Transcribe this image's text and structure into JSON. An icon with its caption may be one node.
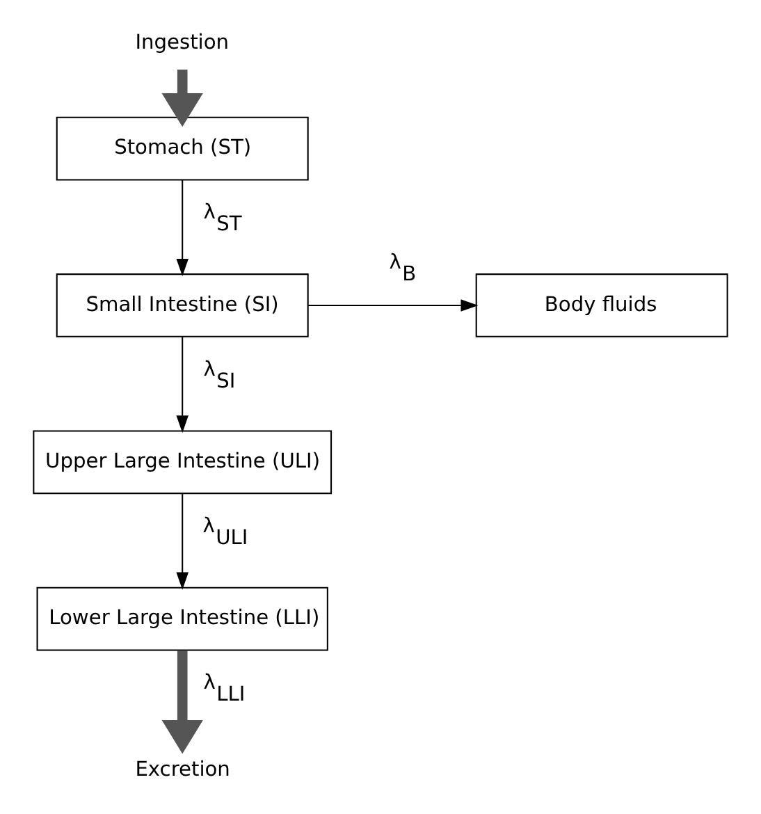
{
  "diagram": {
    "nodes": [
      {
        "text": [
          "Ingestion"
        ]
      },
      {
        "text": [
          "Stomach (ST)"
        ]
      },
      {
        "text": [
          "Small Intestine (SI)"
        ]
      },
      {
        "text": [
          "Body fluids"
        ]
      },
      {
        "text": [
          "Upper Large Intestine (ULI)"
        ]
      },
      {
        "text": [
          "Lower Large Intestine (LLI)"
        ]
      },
      {
        "text": [
          "Excretion"
        ]
      }
    ],
    "edges": [
      {
        "from": 0,
        "to": 1,
        "arrow": "to",
        "style": "thick"
      },
      {
        "from": 1,
        "to": 2,
        "arrow": "to",
        "label": "λ$_{ST}$"
      },
      {
        "from": 2,
        "to": 3,
        "arrow": "to",
        "label": "λ$_{B}$"
      },
      {
        "from": 2,
        "to": 4,
        "arrow": "to",
        "label": "λ$_{SI}$"
      },
      {
        "from": 4,
        "to": 5,
        "arrow": "to",
        "label": "λ$_{ULI}$"
      },
      {
        "from": 5,
        "to": 6,
        "arrow": "to",
        "style": "thick",
        "label": "λ$_{LLI}$"
      }
    ]
  }
}
